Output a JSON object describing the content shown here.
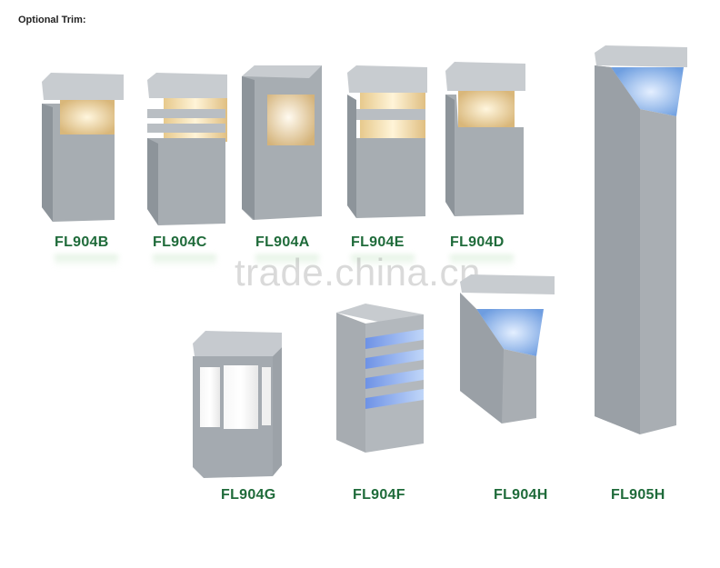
{
  "heading": "Optional Trim:",
  "watermark": "trade.china.cn",
  "colors": {
    "label": "#1f6b3a",
    "body": "#a9aeb3",
    "body_dark": "#8f959b",
    "cap": "#c4c8cc",
    "warm_light": "#f6e2b8",
    "blue_light": "#a9c9f0"
  },
  "products": [
    {
      "code": "FL904B",
      "light": "warm"
    },
    {
      "code": "FL904C",
      "light": "warm"
    },
    {
      "code": "FL904A",
      "light": "warm"
    },
    {
      "code": "FL904E",
      "light": "warm"
    },
    {
      "code": "FL904D",
      "light": "warm"
    },
    {
      "code": "FL904G",
      "light": "white"
    },
    {
      "code": "FL904F",
      "light": "blue"
    },
    {
      "code": "FL904H",
      "light": "blue"
    },
    {
      "code": "FL905H",
      "light": "blue"
    }
  ]
}
